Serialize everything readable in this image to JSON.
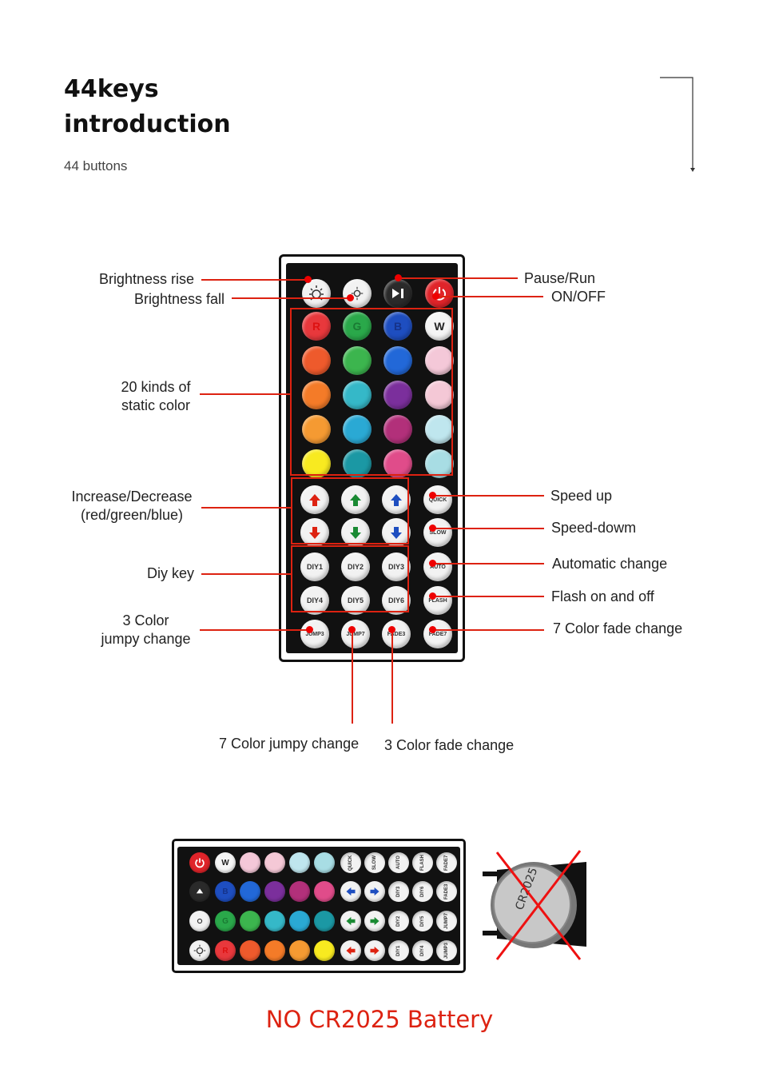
{
  "header": {
    "title_line1": "44keys",
    "title_line2": "introduction",
    "subtitle": "44 buttons"
  },
  "labels": {
    "brightness_rise": "Brightness rise",
    "brightness_fall": "Brightness fall",
    "pause_run": "Pause/Run",
    "on_off": "ON/OFF",
    "static_color_line1": "20 kinds of",
    "static_color_line2": "static color",
    "increase_decrease_line1": "Increase/Decrease",
    "increase_decrease_line2": "(red/green/blue)",
    "diy_key": "Diy key",
    "jumpy3_line1": "3 Color",
    "jumpy3_line2": "jumpy change",
    "speed_up": "Speed up",
    "speed_down": "Speed-dowm",
    "automatic_change": "Automatic change",
    "flash": "Flash on and off",
    "fade7": "7 Color fade change",
    "jumpy7": "7 Color jumpy change",
    "fade3": "3 Color fade change"
  },
  "remote": {
    "color_rows": [
      [
        {
          "c": "#e8383c",
          "t": "R",
          "tc": "#d11"
        },
        {
          "c": "#2aa84a",
          "t": "G",
          "tc": "#1a7a33"
        },
        {
          "c": "#1e4ec0",
          "t": "B",
          "tc": "#16338a"
        },
        {
          "c": "#f5f5f5",
          "t": "W",
          "tc": "#222"
        }
      ],
      [
        {
          "c": "#ee5a2c",
          "t": ""
        },
        {
          "c": "#3cb54e",
          "t": ""
        },
        {
          "c": "#2268d8",
          "t": ""
        },
        {
          "c": "#f4c8d8",
          "t": ""
        }
      ],
      [
        {
          "c": "#f47b28",
          "t": ""
        },
        {
          "c": "#35b8c8",
          "t": ""
        },
        {
          "c": "#7b2f9c",
          "t": ""
        },
        {
          "c": "#f4c8d6",
          "t": ""
        }
      ],
      [
        {
          "c": "#f59a32",
          "t": ""
        },
        {
          "c": "#2aa9d4",
          "t": ""
        },
        {
          "c": "#b2307a",
          "t": ""
        },
        {
          "c": "#bfe6ee",
          "t": ""
        }
      ],
      [
        {
          "c": "#f8ea20",
          "t": ""
        },
        {
          "c": "#1b98a4",
          "t": ""
        },
        {
          "c": "#e04c8a",
          "t": ""
        },
        {
          "c": "#a8dde4",
          "t": ""
        }
      ]
    ],
    "diy": [
      "DIY1",
      "DIY2",
      "DIY3",
      "DIY4",
      "DIY5",
      "DIY6"
    ],
    "side_keys": [
      "QUICK",
      "SLOW",
      "AUTO",
      "FLASH",
      "FADE7"
    ],
    "bottom_keys": [
      "JUMP3",
      "JUMP7",
      "FADE3"
    ],
    "arrow_colors": [
      "#d21",
      "#1a8a33",
      "#1e4ec0"
    ]
  },
  "remote2": {
    "top_row": [
      {
        "c": "#f5f5f5",
        "t": "W",
        "tc": "#222"
      },
      {
        "c": "#f4c8d8",
        "t": ""
      },
      {
        "c": "#f4c8d6",
        "t": ""
      },
      {
        "c": "#bfe6ee",
        "t": ""
      },
      {
        "c": "#a8dde4",
        "t": ""
      }
    ],
    "row2": [
      {
        "c": "#1e4ec0",
        "t": "B",
        "tc": "#16338a"
      },
      {
        "c": "#2268d8",
        "t": ""
      },
      {
        "c": "#7b2f9c",
        "t": ""
      },
      {
        "c": "#b2307a",
        "t": ""
      },
      {
        "c": "#e04c8a",
        "t": ""
      }
    ],
    "row3": [
      {
        "c": "#2aa84a",
        "t": "G",
        "tc": "#1a7a33"
      },
      {
        "c": "#3cb54e",
        "t": ""
      },
      {
        "c": "#35b8c8",
        "t": ""
      },
      {
        "c": "#2aa9d4",
        "t": ""
      },
      {
        "c": "#1b98a4",
        "t": ""
      }
    ],
    "row4": [
      {
        "c": "#e8383c",
        "t": "R",
        "tc": "#d11"
      },
      {
        "c": "#ee5a2c",
        "t": ""
      },
      {
        "c": "#f47b28",
        "t": ""
      },
      {
        "c": "#f59a32",
        "t": ""
      },
      {
        "c": "#f8ea20",
        "t": ""
      }
    ],
    "text_cols": [
      [
        "QUICK",
        "SLOW",
        "AUTO",
        "FLASH",
        "FADE7"
      ],
      [
        "DIY3",
        "DIY6",
        "FADE3"
      ],
      [
        "DIY2",
        "DIY5",
        "JUMP7"
      ],
      [
        "DIY1",
        "DIY4",
        "JUMP3"
      ]
    ]
  },
  "battery": {
    "coin_text": "CR2025",
    "note": "NO CR2025 Battery"
  },
  "colors": {
    "accent_red": "#d21",
    "remote_body": "#111"
  }
}
